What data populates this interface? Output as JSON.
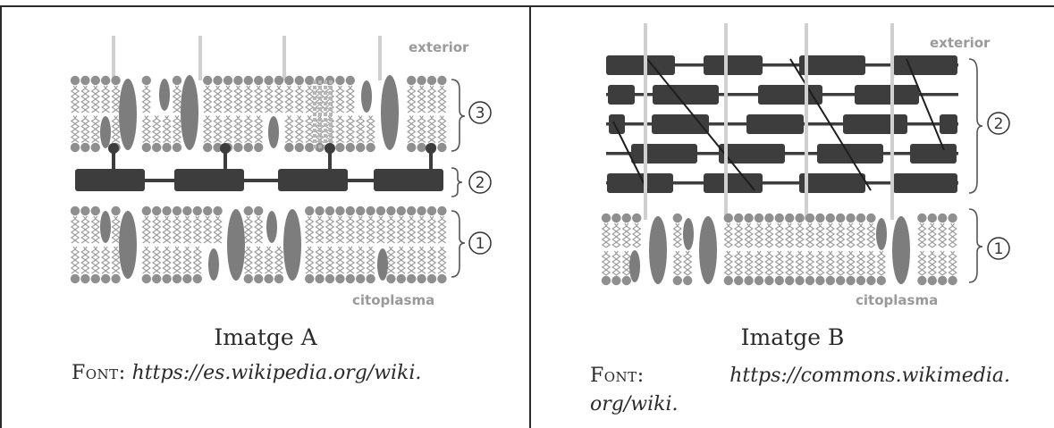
{
  "panels": [
    {
      "id": "A",
      "labels": {
        "exterior": "exterior",
        "citoplasma": "citoplasma"
      },
      "layers": [
        "3",
        "2",
        "1"
      ],
      "caption": "Imatge A",
      "source_label": "Font:",
      "source_url": "https://es.wikipedia.org/wiki."
    },
    {
      "id": "B",
      "labels": {
        "exterior": "exterior",
        "citoplasma": "citoplasma"
      },
      "layers": [
        "2",
        "1"
      ],
      "caption": "Imatge B",
      "source_label": "Font:",
      "source_url_line1": "https://commons.wikimedia.",
      "source_url_line2": "org/wiki."
    }
  ],
  "colors": {
    "head": "#8f8f8f",
    "protein": "#7d7d7d",
    "dark": "#3d3d3d",
    "stalk": "#d0d0d0",
    "tail": "#9a9a9a"
  }
}
